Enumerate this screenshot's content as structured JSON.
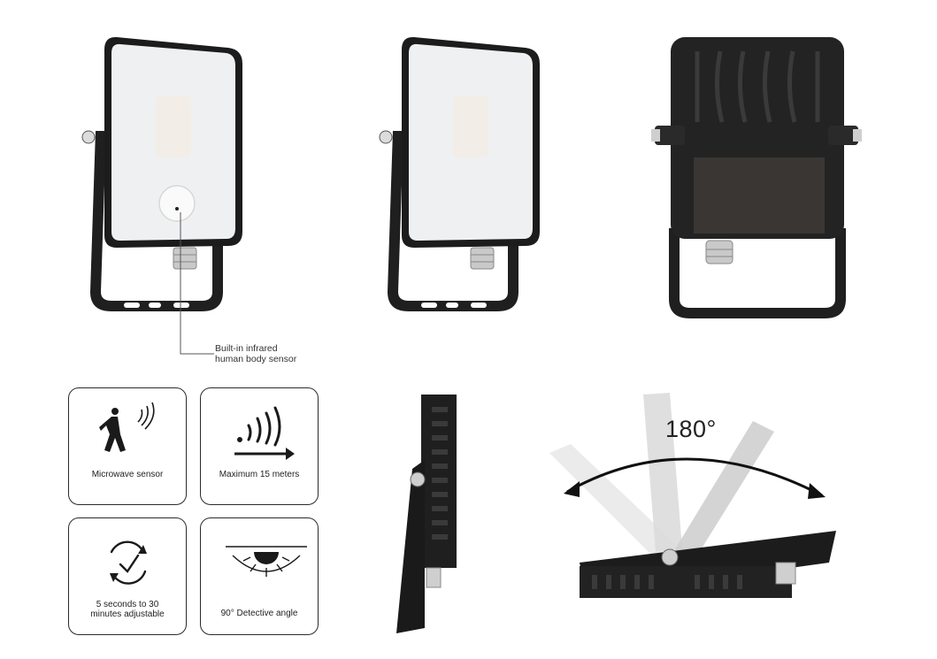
{
  "callout": {
    "line1": "Built-in infrared",
    "line2": "human body sensor"
  },
  "features": [
    {
      "icon": "walking-person-sensor-icon",
      "label_lines": [
        "Microwave sensor"
      ]
    },
    {
      "icon": "signal-range-arrow-icon",
      "label_lines": [
        "Maximum 15 meters"
      ]
    },
    {
      "icon": "timer-check-icon",
      "label_lines": [
        "5 seconds to 30",
        "minutes adjustable"
      ]
    },
    {
      "icon": "detection-angle-icon",
      "label_lines": [
        "90°  Detective angle"
      ]
    }
  ],
  "rotation": {
    "angle_label": "180°"
  },
  "colors": {
    "housing": "#1e1e1e",
    "lens": "#f1f2f4",
    "border": "#2b2b2b",
    "arrow": "#111111"
  }
}
